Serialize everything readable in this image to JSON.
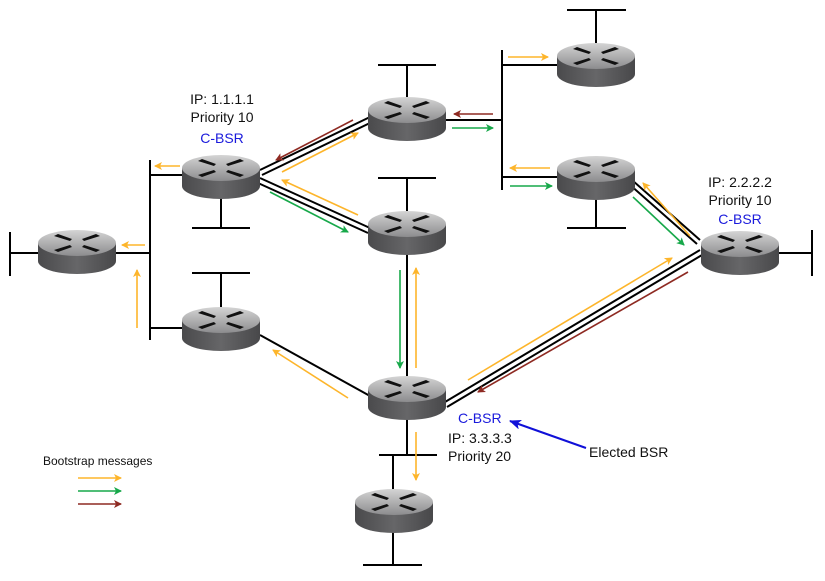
{
  "colors": {
    "orange": "#FDB52B",
    "green": "#17A84A",
    "dark_red": "#8E2A22",
    "label_blue": "#1a1adc"
  },
  "routers": {
    "r1": {
      "ip": "IP: 1.1.1.1",
      "priority": "Priority 10",
      "role": "C-BSR"
    },
    "r2": {
      "ip": "IP: 2.2.2.2",
      "priority": "Priority 10",
      "role": "C-BSR"
    },
    "r3": {
      "ip": "IP: 3.3.3.3",
      "priority": "Priority 20",
      "role": "C-BSR"
    }
  },
  "elected_label": "Elected BSR",
  "legend": {
    "title": "Bootstrap messages",
    "arrow_colors": [
      "orange",
      "green",
      "dark_red"
    ]
  }
}
